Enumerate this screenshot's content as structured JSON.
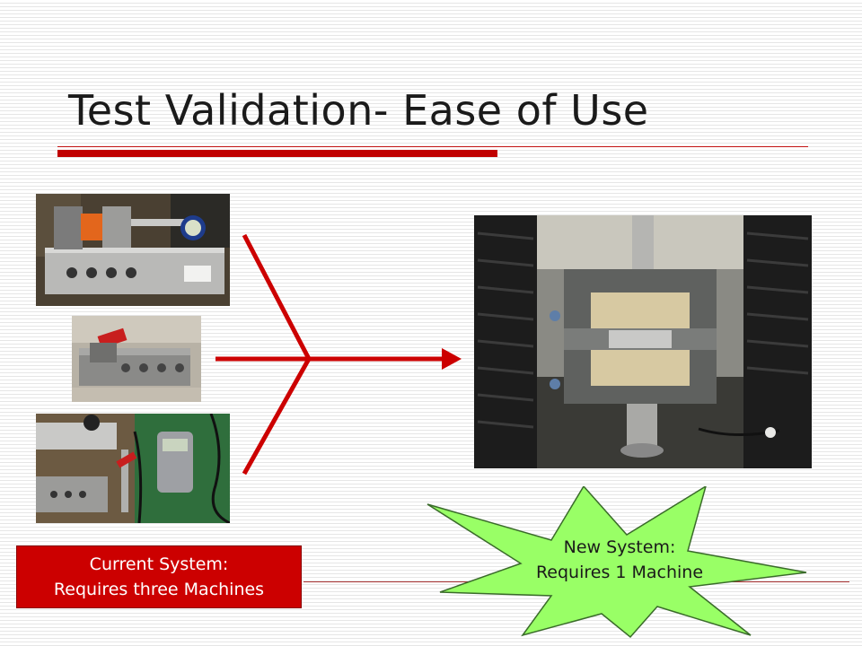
{
  "slide": {
    "title": "Test Validation- Ease of Use",
    "current_system": {
      "line1": "Current System:",
      "line2": "Requires three Machines"
    },
    "new_system": {
      "line1": "New System:",
      "line2": "Requires 1 Machine"
    }
  },
  "colors": {
    "accent_red": "#c00000",
    "starburst_green": "#99ff66",
    "label_box": "#cc0000"
  },
  "icons": {
    "connector": "converging-arrow-icon"
  }
}
